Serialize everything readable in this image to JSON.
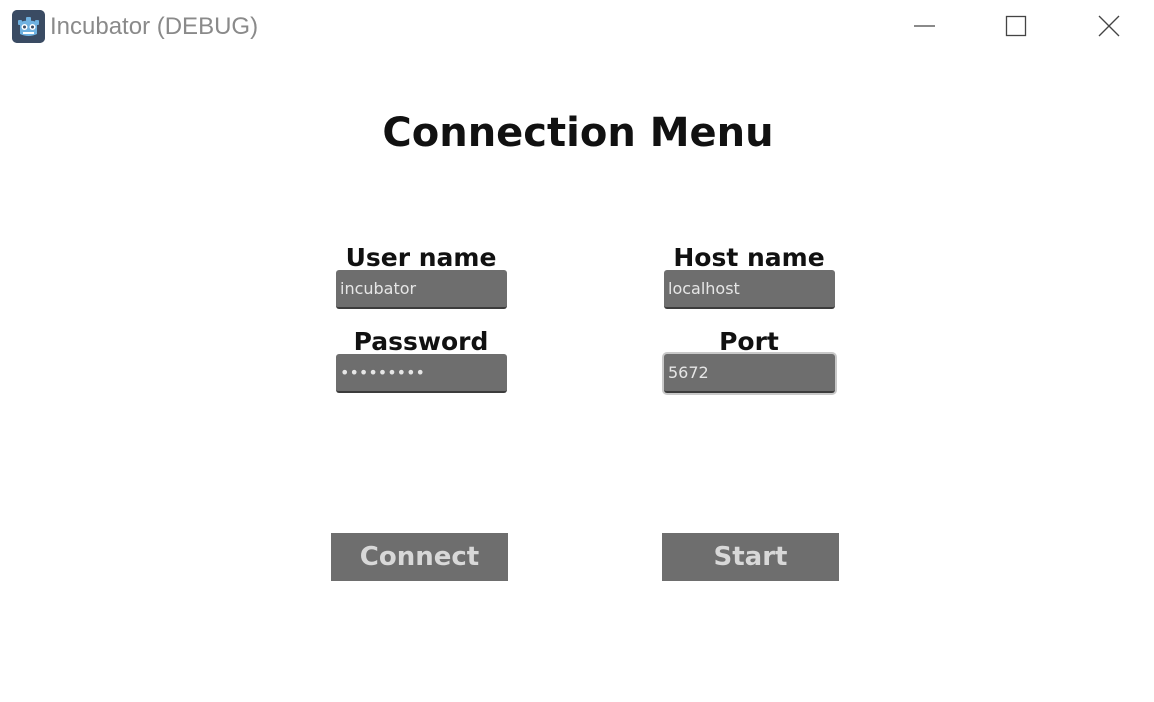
{
  "window": {
    "title": "Incubator (DEBUG)",
    "app_icon": "godot-robot-icon",
    "controls": [
      "minimize-icon",
      "maximize-icon",
      "close-icon"
    ]
  },
  "page": {
    "heading": "Connection Menu"
  },
  "form": {
    "username": {
      "label": "User name",
      "value": "incubator"
    },
    "hostname": {
      "label": "Host name",
      "value": "localhost"
    },
    "password": {
      "label": "Password",
      "value": "•••••••••"
    },
    "port": {
      "label": "Port",
      "value": "5672"
    }
  },
  "buttons": {
    "connect": "Connect",
    "start": "Start"
  },
  "colors": {
    "control_bg": "#6e6e6e",
    "control_text": "#e6e6e6",
    "heading_text": "#111111",
    "title_text": "#8a8a8a",
    "icon_bg": "#3a4b63",
    "icon_fg": "#6fb1e0"
  }
}
